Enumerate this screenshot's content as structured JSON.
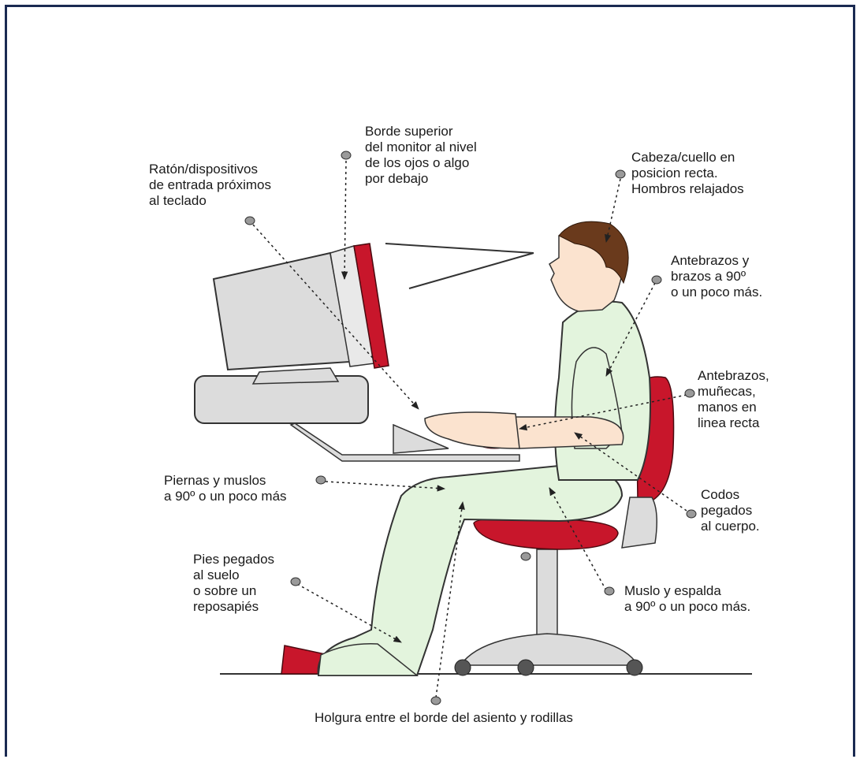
{
  "labels": {
    "monitor": "Borde superior\ndel monitor al nivel\nde los ojos o algo\npor debajo",
    "mouse": "Ratón/dispositivos\nde entrada próximos\nal teclado",
    "head": "Cabeza/cuello en\nposicion recta.\nHombros relajados",
    "arms": "Antebrazos y\nbrazos a 90º\no un poco más.",
    "wrists": "Antebrazos,\nmuñecas,\nmanos en\nlinea recta",
    "legs": "Piernas y muslos\na 90º o un poco más",
    "elbows": "Codos\npegados\nal cuerpo.",
    "feet": "Pies pegados\nal suelo\no sobre un\nreposapiés",
    "thigh_back": "Muslo y espalda\na 90º o un poco más.",
    "clearance": "Holgura entre el borde del asiento y rodillas"
  },
  "colors": {
    "border": "#1a2a52",
    "accent_red": "#c8162b",
    "device_gray": "#dcdcdc",
    "skin": "#fbe3cf",
    "shirt": "#e3f4dd",
    "hair": "#6a3a1c",
    "bullet": "#9a9a9a"
  },
  "icons": [
    "bullet-dot-icon",
    "dotted-arrow-icon"
  ]
}
